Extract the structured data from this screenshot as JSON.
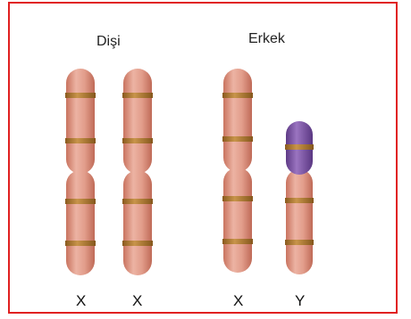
{
  "groups": {
    "female": {
      "label": "Dişi"
    },
    "male": {
      "label": "Erkek"
    }
  },
  "chromosomes": [
    {
      "label": "X",
      "type": "X",
      "group": "female",
      "color": "#d98a7a"
    },
    {
      "label": "X",
      "type": "X",
      "group": "female",
      "color": "#d98a7a"
    },
    {
      "label": "X",
      "type": "X",
      "group": "male",
      "color": "#d98a7a"
    },
    {
      "label": "Y",
      "type": "Y",
      "group": "male",
      "color": "#d98a7a",
      "cap_color": "#7a4fa0"
    }
  ],
  "colors": {
    "border": "#e02020",
    "chromosome": "#d98a7a",
    "band": "#b07a2e",
    "y_cap": "#7a4fa0"
  }
}
